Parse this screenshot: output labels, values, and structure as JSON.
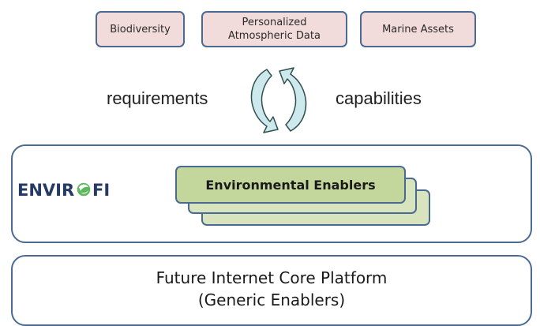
{
  "top_boxes": [
    "Biodiversity",
    "Personalized\nAtmospheric Data",
    "Marine Assets"
  ],
  "flow": {
    "left_label": "requirements",
    "right_label": "capabilities",
    "icon": "cycle-arrows-icon"
  },
  "logo": {
    "text": "ENVIROFI"
  },
  "enablers_label": "Environmental Enablers",
  "platform": {
    "line1": "Future Internet Core Platform",
    "line2": "(Generic Enablers)"
  },
  "colors": {
    "box_fill": "#f2dcdb",
    "box_border": "#4a6a94",
    "enabler_fill": "#c3d69b",
    "enabler_back_fill": "#d7e4bd",
    "arrow_fill": "#cde9ee",
    "logo_dark": "#253b63",
    "logo_green": "#5cb85c"
  }
}
